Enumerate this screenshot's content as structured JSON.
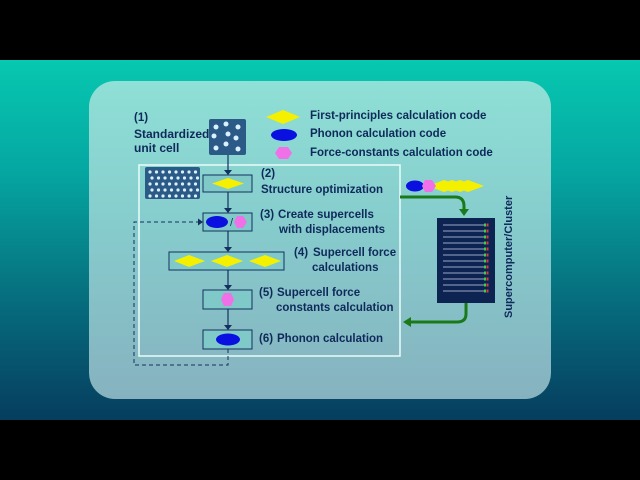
{
  "diagram": {
    "title": "Phonon calculation workflow",
    "legend": [
      {
        "shape": "yellow-diamond",
        "label": "First-principles calculation code",
        "color": "#f5f000"
      },
      {
        "shape": "blue-ellipse",
        "label": "Phonon calculation code",
        "color": "#0a10e0"
      },
      {
        "shape": "pink-hexagon",
        "label": "Force-constants calculation code",
        "color": "#f070e8"
      }
    ],
    "steps": [
      {
        "num": "(1)",
        "label_lines": [
          "Standardized",
          "unit cell"
        ]
      },
      {
        "num": "(2)",
        "label_lines": [
          "Structure optimization"
        ]
      },
      {
        "num": "(3)",
        "label_lines": [
          "Create supercells",
          "with displacements"
        ],
        "separator": "/"
      },
      {
        "num": "(4)",
        "label_lines": [
          "Supercell force",
          "calculations"
        ]
      },
      {
        "num": "(5)",
        "label_lines": [
          "Supercell force",
          "constants calculation"
        ]
      },
      {
        "num": "(6)",
        "label_lines": [
          "Phonon calculation"
        ]
      }
    ],
    "cluster_label": "Supercomputer/Cluster",
    "colors": {
      "text": "#0f2a5a",
      "arrow": "#14305e",
      "green_arrow": "#1a7a1a",
      "box_fill": "#7fc9c8",
      "crystal_bg": "#2c5a86",
      "cluster_bg": "#0d2352"
    }
  }
}
